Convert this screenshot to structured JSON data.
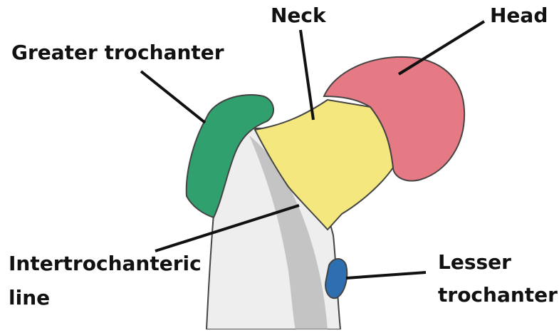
{
  "labels": {
    "greater_trochanter": "Greater trochanter",
    "neck": "Neck",
    "head": "Head",
    "intertrochanteric_line_1": "Intertrochanteric",
    "intertrochanteric_line_2": "line",
    "lesser_trochanter_1": "Lesser",
    "lesser_trochanter_2": "trochanter"
  },
  "colors": {
    "head": "#e57a85",
    "neck": "#f3e77e",
    "greater_trochanter": "#2fa06e",
    "lesser_trochanter": "#2d6fb0",
    "bone": "#eeeeee",
    "bone_shadow": "#9a9a9a",
    "leader_line": "#111111"
  }
}
